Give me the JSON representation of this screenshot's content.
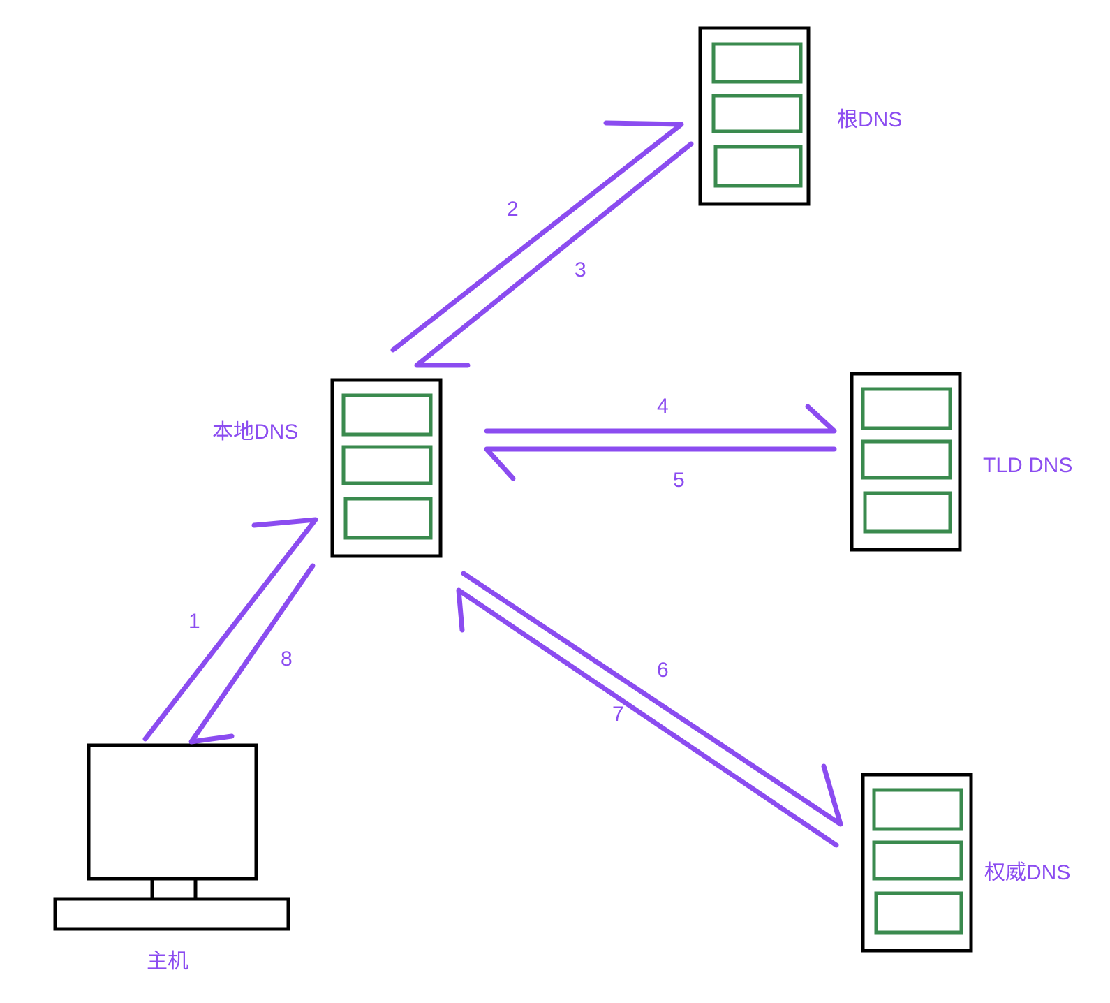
{
  "colors": {
    "arrow": "#8b4cf0",
    "label": "#8b4cf0",
    "server_frame": "#000000",
    "server_slot": "#3a8a4e"
  },
  "nodes": {
    "root_dns": {
      "label": "根DNS",
      "icon": "server-icon"
    },
    "local_dns": {
      "label": "本地DNS",
      "icon": "server-icon"
    },
    "tld_dns": {
      "label": "TLD DNS",
      "icon": "server-icon"
    },
    "auth_dns": {
      "label": "权威DNS",
      "icon": "server-icon"
    },
    "host": {
      "label": "主机",
      "icon": "computer-icon"
    }
  },
  "steps": {
    "s1": "1",
    "s2": "2",
    "s3": "3",
    "s4": "4",
    "s5": "5",
    "s6": "6",
    "s7": "7",
    "s8": "8"
  }
}
